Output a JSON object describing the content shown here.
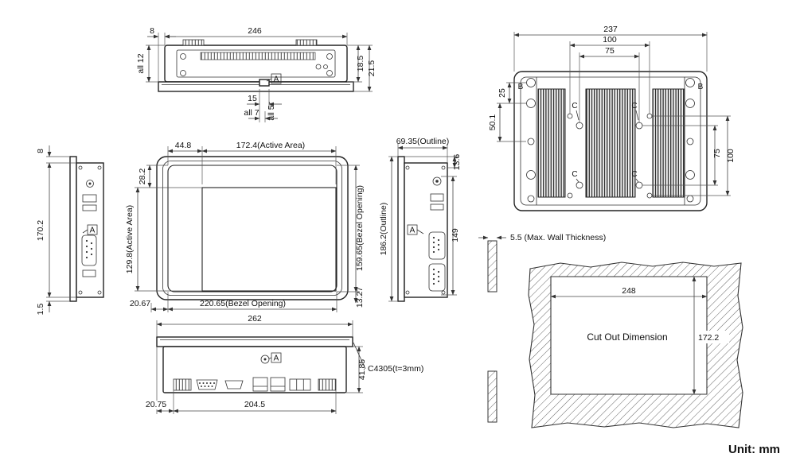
{
  "unit": "Unit: mm",
  "datums": {
    "a": "A",
    "b": "B",
    "c": "C"
  },
  "top_view": {
    "d_8": "8",
    "d_246": "246",
    "d_all12": "all 12",
    "d_18_5": "18.5",
    "d_21_5": "21.5",
    "d_15": "15",
    "d_all5": "all 5",
    "d_all7": "all 7"
  },
  "rear_view": {
    "d_237": "237",
    "d_100_h": "100",
    "d_75_h": "75",
    "d_25": "25",
    "d_50_1": "50.1",
    "d_75_v": "75",
    "d_100_v": "100"
  },
  "left_view": {
    "d_8": "8",
    "d_170_2": "170.2",
    "d_1_5": "1.5"
  },
  "front_view": {
    "d_44_8": "44.8",
    "d_active_w": "172.4(Active Area)",
    "d_28_2": "28.2",
    "d_active_h": "129.8(Active Area)",
    "d_bezel_h": "159.65(Bezel Opening)",
    "d_bezel_w": "220.65(Bezel Opening)",
    "d_20_67": "20.67",
    "d_13_27": "13.27"
  },
  "right_view": {
    "d_outline_w": "69.35(Outline)",
    "d_13_6": "13.6",
    "d_outline_h": "186.2(Outline)",
    "d_149": "149"
  },
  "bottom_view": {
    "d_262": "262",
    "d_41_85": "41.85",
    "d_c4305": "C4305(t=3mm)",
    "d_20_75": "20.75",
    "d_204_5": "204.5"
  },
  "cutout": {
    "wall_note": "5.5 (Max. Wall Thickness)",
    "d_248": "248",
    "d_172_2": "172.2",
    "label": "Cut Out Dimension"
  }
}
